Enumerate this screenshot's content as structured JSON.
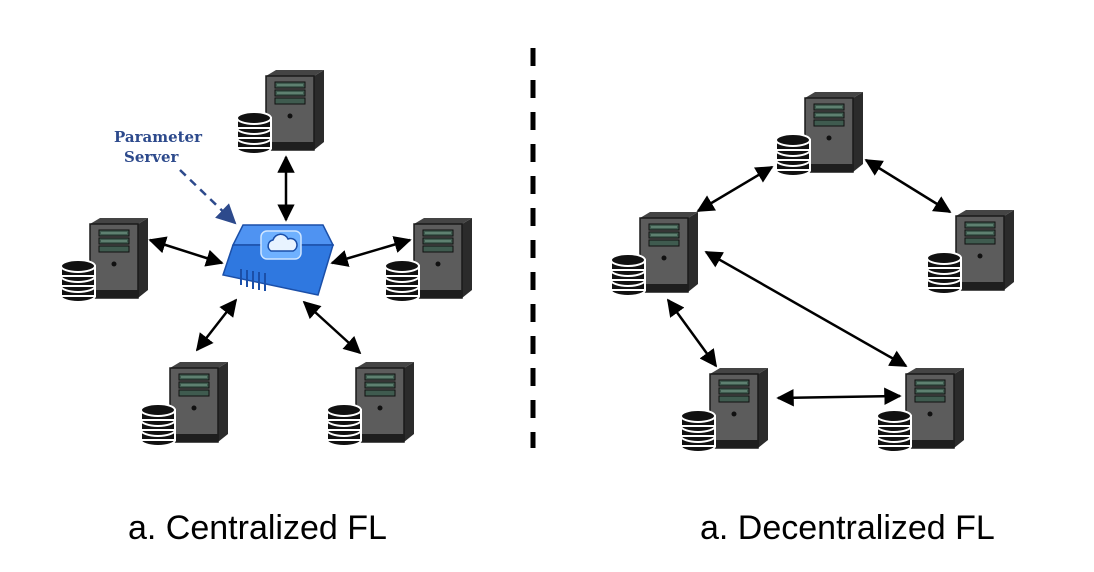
{
  "diagram": {
    "parameter_server_label_line1": "Parameter",
    "parameter_server_label_line2": "Server",
    "caption_left": "a. Centralized FL",
    "caption_right": "a. Decentralized FL"
  },
  "colors": {
    "tower_body": "#5c5c5c",
    "tower_dark": "#2a2a2a",
    "tower_side": "#474747",
    "drive_bay": "#3f5b4f",
    "server_blue": "#2f78e0",
    "server_blue_dark": "#1b4fa8",
    "label_blue": "#2d4a8c"
  },
  "icons": {
    "client": "server-tower-with-database-icon",
    "hub": "cloud-parameter-server-icon"
  }
}
